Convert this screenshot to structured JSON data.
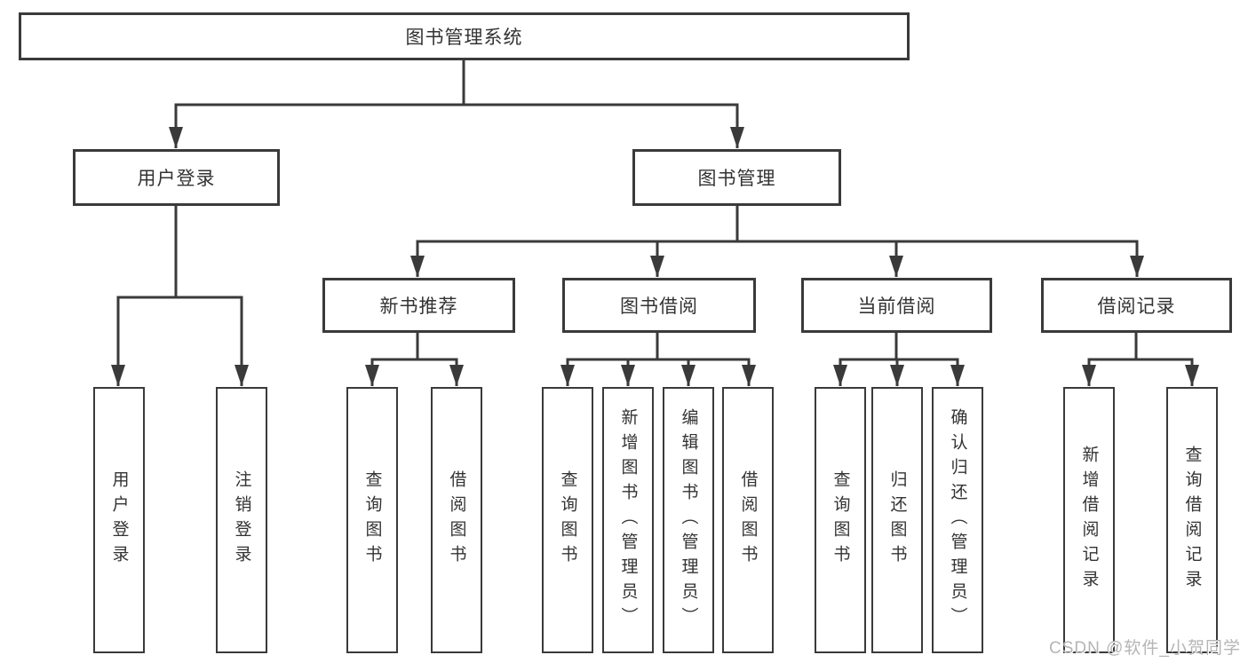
{
  "diagram": {
    "title": "图书管理系统",
    "nodes": {
      "root": {
        "label": "图书管理系统"
      },
      "userLogin": {
        "label": "用户登录"
      },
      "bookMgmt": {
        "label": "图书管理"
      },
      "newBookRec": {
        "label": "新书推荐"
      },
      "bookBorrow": {
        "label": "图书借阅"
      },
      "currentBorrow": {
        "label": "当前借阅"
      },
      "borrowRecord": {
        "label": "借阅记录"
      },
      "userLoginLeaf": {
        "label": "用户登录"
      },
      "logoutLeaf": {
        "label": "注销登录"
      },
      "queryBookA": {
        "label": "查询图书"
      },
      "borrowBookA": {
        "label": "借阅图书"
      },
      "queryBookB": {
        "label": "查询图书"
      },
      "addBook": {
        "label": "新增图书（管理员）"
      },
      "editBook": {
        "label": "编辑图书（管理员）"
      },
      "borrowBookB": {
        "label": "借阅图书"
      },
      "queryBookC": {
        "label": "查询图书"
      },
      "returnBook": {
        "label": "归还图书"
      },
      "confirmReturn": {
        "label": "确认归还（管理员）"
      },
      "addBorrowRecord": {
        "label": "新增借阅记录"
      },
      "queryBorrowRecord": {
        "label": "查询借阅记录"
      }
    },
    "hierarchy": {
      "图书管理系统": {
        "用户登录": [
          "用户登录",
          "注销登录"
        ],
        "图书管理": {
          "新书推荐": [
            "查询图书",
            "借阅图书"
          ],
          "图书借阅": [
            "查询图书",
            "新增图书（管理员）",
            "编辑图书（管理员）",
            "借阅图书"
          ],
          "当前借阅": [
            "查询图书",
            "归还图书",
            "确认归还（管理员）"
          ],
          "借阅记录": [
            "新增借阅记录",
            "查询借阅记录"
          ]
        }
      }
    }
  },
  "watermark": {
    "text": "CSDN @软件_小贺同学"
  },
  "colors": {
    "line": "#3a3a3a",
    "text": "#333333",
    "watermark": "#b5b5b5",
    "background": "#ffffff"
  }
}
